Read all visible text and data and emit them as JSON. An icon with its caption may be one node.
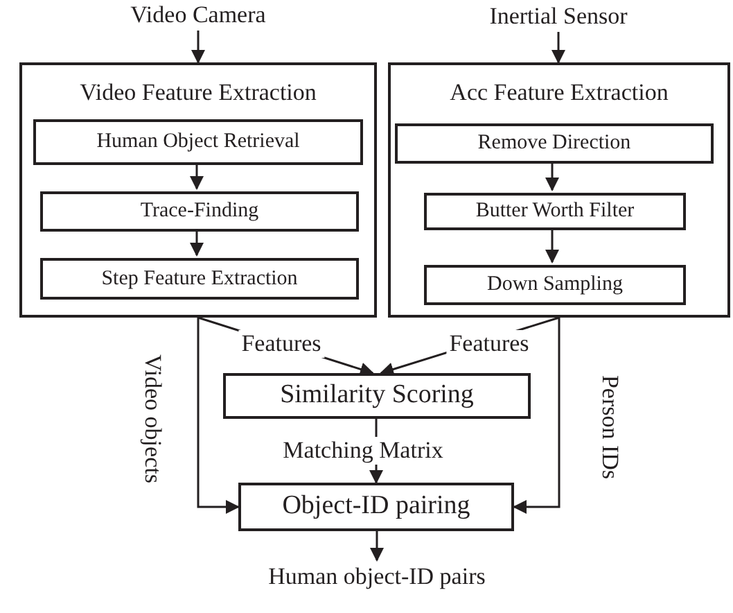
{
  "diagram": {
    "nodes": [
      {
        "text": [
          "Video Camera"
        ]
      },
      {
        "text": [
          "Video Feature Extraction"
        ]
      },
      {
        "text": [
          "Human Object Retrieval"
        ],
        "in": 1
      },
      {
        "text": [
          "Trace-Finding"
        ],
        "in": 1
      },
      {
        "text": [
          "Step Feature Extraction"
        ],
        "in": 1
      },
      {
        "text": [
          "Inertial Sensor"
        ]
      },
      {
        "text": [
          "Acc Feature Extraction"
        ]
      },
      {
        "text": [
          "Remove Direction"
        ],
        "in": 6
      },
      {
        "text": [
          "Butter Worth Filter"
        ],
        "in": 6
      },
      {
        "text": [
          "Down Sampling"
        ],
        "in": 6
      },
      {
        "text": [
          "Similarity Scoring"
        ]
      },
      {
        "text": [
          "Object-ID pairing"
        ]
      },
      {
        "text": [
          "Human object-ID pairs"
        ]
      }
    ],
    "edges": [
      {
        "from": 0,
        "to": 1,
        "arrow": "to"
      },
      {
        "from": 2,
        "to": 3,
        "arrow": "to"
      },
      {
        "from": 3,
        "to": 4,
        "arrow": "to"
      },
      {
        "from": 5,
        "to": 6,
        "arrow": "to"
      },
      {
        "from": 7,
        "to": 8,
        "arrow": "to"
      },
      {
        "from": 8,
        "to": 9,
        "arrow": "to"
      },
      {
        "from": 1,
        "to": 10,
        "arrow": "to",
        "label": "Features"
      },
      {
        "from": 6,
        "to": 10,
        "arrow": "to",
        "label": "Features"
      },
      {
        "from": 1,
        "to": 11,
        "arrow": "to",
        "label": "Video objects"
      },
      {
        "from": 6,
        "to": 11,
        "arrow": "to",
        "label": "Person IDs"
      },
      {
        "from": 10,
        "to": 11,
        "arrow": "to",
        "label": "Matching Matrix"
      },
      {
        "from": 11,
        "to": 12,
        "arrow": "to"
      }
    ]
  }
}
